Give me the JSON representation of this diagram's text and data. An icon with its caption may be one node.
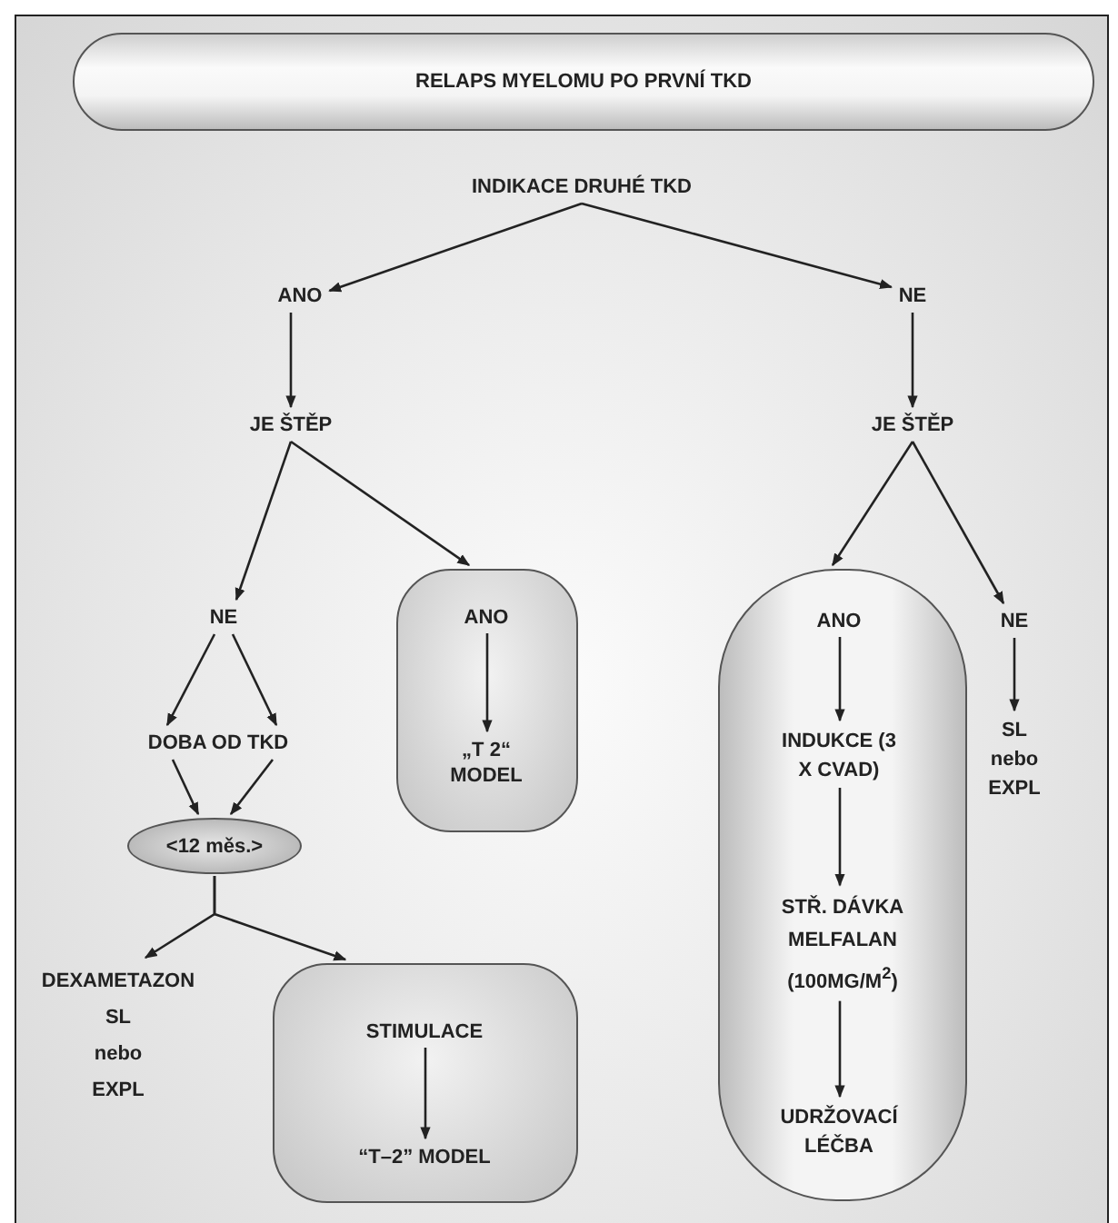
{
  "diagram": {
    "nodes": [
      {
        "text": [
          "RELAPS MYELOMU PO PRVNÍ TKD"
        ]
      },
      {
        "text": [
          "INDIKACE  DRUHÉ TKD"
        ]
      },
      {
        "text": [
          "ANO"
        ]
      },
      {
        "text": [
          "NE"
        ]
      },
      {
        "text": [
          "JE ŠTĚP"
        ]
      },
      {
        "text": [
          "JE ŠTĚP"
        ]
      },
      {
        "text": [
          "NE"
        ]
      },
      {
        "text": [],
        "shape": "box"
      },
      {
        "text": [
          "ANO"
        ],
        "in": 7
      },
      {
        "text": [
          "„T 2“ MODEL"
        ],
        "in": 7
      },
      {
        "text": [],
        "shape": "box"
      },
      {
        "text": [
          "ANO"
        ],
        "in": 10
      },
      {
        "text": [
          "INDUKCE (3 X CVAD)"
        ],
        "in": 10
      },
      {
        "text": [
          "STŘ. DÁVKA MELFALAN (100MG/M$^{2}$)"
        ],
        "in": 10
      },
      {
        "text": [
          "UDRŽOVACÍ LÉČBA"
        ],
        "in": 10
      },
      {
        "text": [
          "NE"
        ]
      },
      {
        "text": [
          "SL nebo EXPL"
        ]
      },
      {
        "text": [
          "DOBA OD TKD"
        ]
      },
      {
        "text": [
          "<12 měs.>"
        ]
      },
      {
        "text": [
          "DEXAMETAZON SL nebo EXPL"
        ]
      },
      {
        "text": [],
        "shape": "box"
      },
      {
        "text": [
          "STIMULACE"
        ],
        "in": 20
      },
      {
        "text": [
          "“T–2” MODEL"
        ],
        "in": 20
      }
    ],
    "edges": [
      {
        "from": 1,
        "to": 2,
        "arrow": "to"
      },
      {
        "from": 1,
        "to": 3,
        "arrow": "to"
      },
      {
        "from": 2,
        "to": 4,
        "arrow": "to"
      },
      {
        "from": 3,
        "to": 5,
        "arrow": "to"
      },
      {
        "from": 4,
        "to": 6,
        "arrow": "to"
      },
      {
        "from": 4,
        "to": 7,
        "arrow": "to"
      },
      {
        "from": 5,
        "to": 10,
        "arrow": "to"
      },
      {
        "from": 5,
        "to": 15,
        "arrow": "to"
      },
      {
        "from": 8,
        "to": 9,
        "arrow": "to"
      },
      {
        "from": 11,
        "to": 12,
        "arrow": "to"
      },
      {
        "from": 12,
        "to": 13,
        "arrow": "to"
      },
      {
        "from": 13,
        "to": 14,
        "arrow": "to"
      },
      {
        "from": 15,
        "to": 16,
        "arrow": "to"
      },
      {
        "from": 6,
        "to": 17,
        "arrow": "to"
      },
      {
        "from": 6,
        "to": 17,
        "arrow": "to"
      },
      {
        "from": 17,
        "to": 18,
        "arrow": "to"
      },
      {
        "from": 17,
        "to": 18,
        "arrow": "to"
      },
      {
        "from": 18,
        "to": 19,
        "arrow": "to"
      },
      {
        "from": 18,
        "to": 20,
        "arrow": "to"
      },
      {
        "from": 21,
        "to": 22,
        "arrow": "to"
      }
    ]
  }
}
